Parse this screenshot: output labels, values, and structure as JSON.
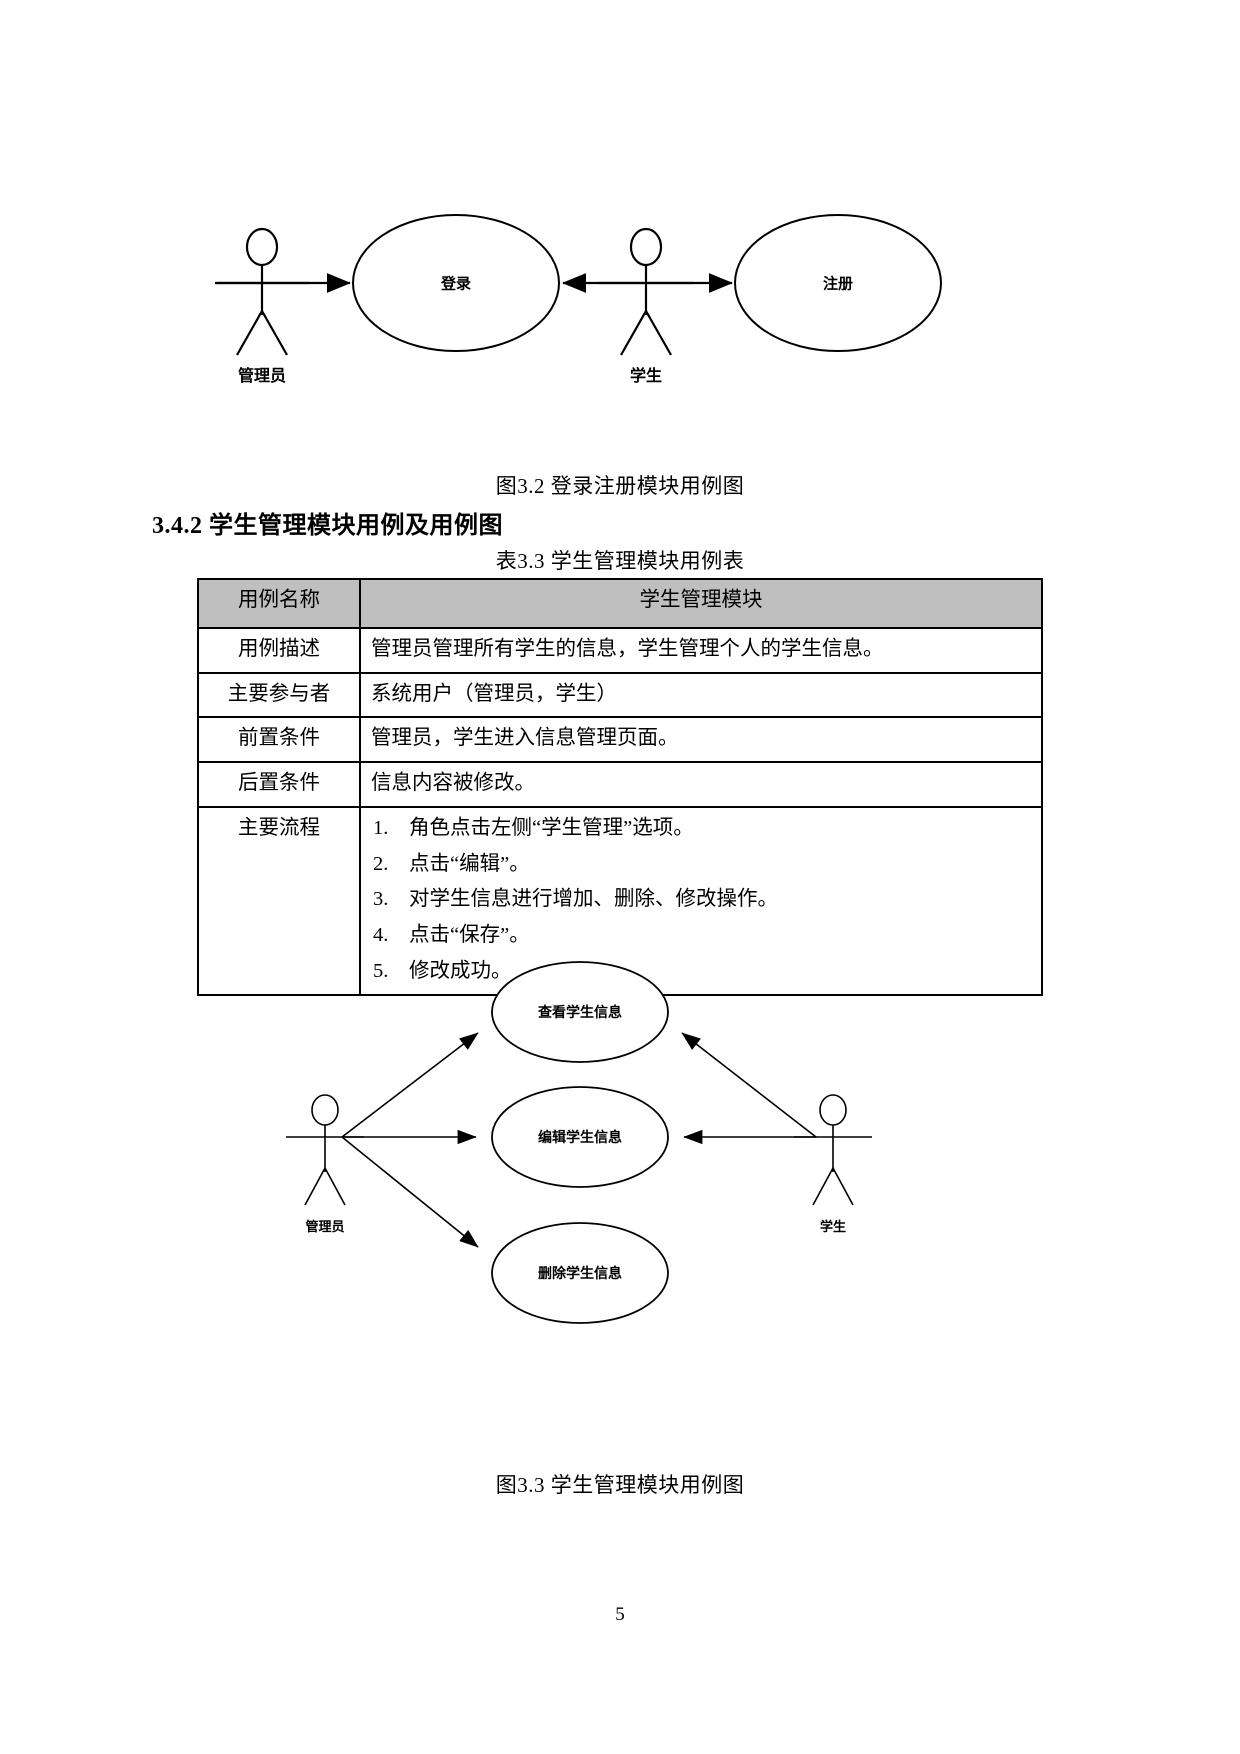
{
  "figure1": {
    "caption": "图3.2 登录注册模块用例图",
    "actors": [
      {
        "name": "管理员"
      },
      {
        "name": "学生"
      }
    ],
    "use_cases": [
      {
        "name": "登录"
      },
      {
        "name": "注册"
      }
    ]
  },
  "section": {
    "heading": "3.4.2 学生管理模块用例及用例图"
  },
  "table": {
    "caption": "表3.3 学生管理模块用例表",
    "header": {
      "label": "用例名称",
      "value": "学生管理模块"
    },
    "rows": [
      {
        "label": "用例描述",
        "value": "管理员管理所有学生的信息，学生管理个人的学生信息。"
      },
      {
        "label": "主要参与者",
        "value": "系统用户（管理员，学生）"
      },
      {
        "label": "前置条件",
        "value": "管理员，学生进入信息管理页面。"
      },
      {
        "label": "后置条件",
        "value": "信息内容被修改。"
      }
    ],
    "flow_row": {
      "label": "主要流程",
      "steps": [
        "角色点击左侧“学生管理”选项。",
        "点击“编辑”。",
        "对学生信息进行增加、删除、修改操作。",
        "点击“保存”。",
        "修改成功。"
      ]
    }
  },
  "figure2": {
    "caption": "图3.3 学生管理模块用例图",
    "actors": [
      {
        "name": "管理员"
      },
      {
        "name": "学生"
      }
    ],
    "use_cases": [
      {
        "name": "查看学生信息"
      },
      {
        "name": "编辑学生信息"
      },
      {
        "name": "删除学生信息"
      }
    ]
  },
  "footer": {
    "page_number": "5"
  }
}
